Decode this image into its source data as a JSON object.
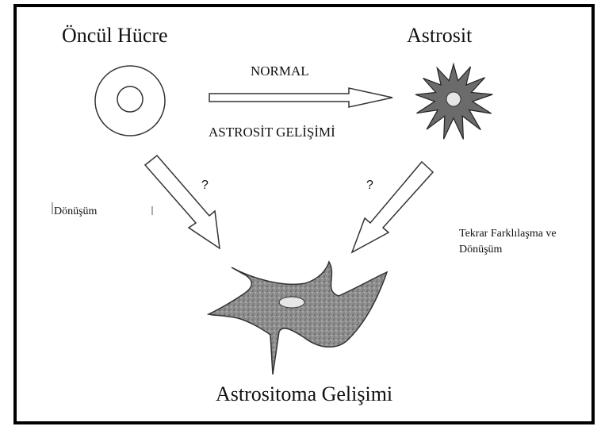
{
  "nodes": {
    "progenitor": {
      "title": "Öncül Hücre"
    },
    "astrocyte": {
      "title": "Astrosit"
    },
    "astrocytoma": {
      "title": "Astrositoma Gelişimi"
    }
  },
  "edges": {
    "normal": {
      "label_top": "NORMAL",
      "label_bottom": "ASTROSİT GELİŞİMİ"
    },
    "left": {
      "label": "Dönüşüm",
      "question": "?"
    },
    "right": {
      "label_line1": "Tekrar Farklılaşma ve",
      "label_line2": "Dönüşüm",
      "question": "?"
    }
  },
  "colors": {
    "star_fill": "#6b6b6b",
    "tumor_fill": "#8f8f8f",
    "nucleus": "#e6e6e6",
    "stroke": "#222222"
  }
}
